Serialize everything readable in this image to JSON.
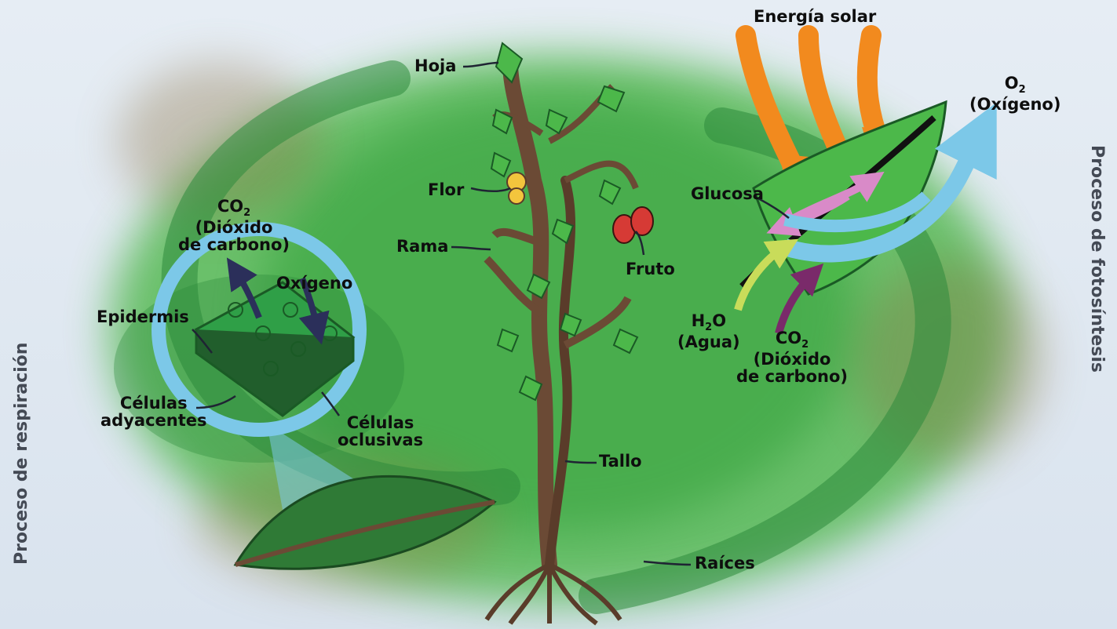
{
  "side_labels": {
    "left": "Proceso de respiración",
    "right": "Proceso de fotosíntesis"
  },
  "labels": {
    "energia": "Energía solar",
    "o2_top_formula": "O",
    "o2_top_sub": "2",
    "o2_top_name": "(Oxígeno)",
    "hoja": "Hoja",
    "flor": "Flor",
    "rama": "Rama",
    "fruto": "Fruto",
    "tallo": "Tallo",
    "raices": "Raíces",
    "glucosa": "Glucosa",
    "h2o_formula": "H",
    "h2o_sub": "2",
    "h2o_tail": "O",
    "agua": "(Agua)",
    "co2_right_formula": "CO",
    "co2_right_sub": "2",
    "co2_right_name_1": "(Dióxido",
    "co2_right_name_2": "de carbono)",
    "co2_left_formula": "CO",
    "co2_left_sub": "2",
    "co2_left_name_1": "(Dióxido",
    "co2_left_name_2": "de carbono)",
    "oxigeno": "Oxígeno",
    "epidermis": "Epidermis",
    "celulas_ady_1": "Células",
    "celulas_ady_2": "adyacentes",
    "celulas_ocl_1": "Células",
    "celulas_ocl_2": "oclusivas"
  },
  "colors": {
    "green_main": "#3fae3a",
    "green_dark": "#1f7a2c",
    "stem_brown": "#6b4a35",
    "solar_orange": "#f28a1e",
    "oxygen_blue": "#7cc8e8",
    "glucose_pink": "#d98ac8",
    "water_yellow": "#c9dc5a",
    "co2_purple": "#7a2a6a",
    "arrow_navy": "#2b2f5a"
  }
}
